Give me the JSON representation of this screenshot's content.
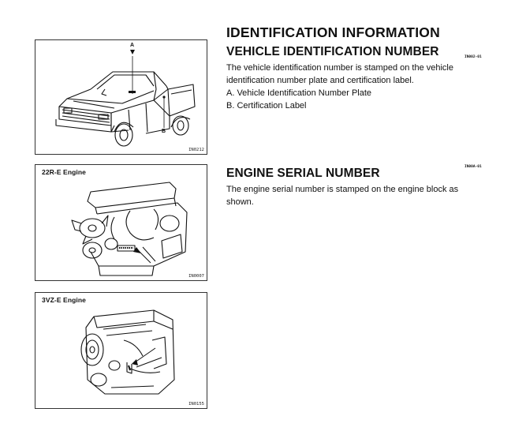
{
  "doc": {
    "title": "IDENTIFICATION INFORMATION",
    "sections": [
      {
        "heading": "VEHICLE IDENTIFICATION NUMBER",
        "ref": "IN002-01",
        "body": "The vehicle identification number is stamped on the vehicle identification number plate and certification label.",
        "items": [
          "A. Vehicle Identification Number Plate",
          "B. Certification Label"
        ]
      },
      {
        "heading": "ENGINE SERIAL NUMBER",
        "ref": "IN00A-01",
        "body": "The engine serial number is stamped on the engine block as shown.",
        "items": []
      }
    ]
  },
  "figures": [
    {
      "label": "",
      "code": "IN0212",
      "callouts": [
        "A",
        "B"
      ]
    },
    {
      "label": "22R-E Engine",
      "code": "IN0007",
      "callouts": []
    },
    {
      "label": "3VZ-E Engine",
      "code": "IN0155",
      "callouts": []
    }
  ]
}
